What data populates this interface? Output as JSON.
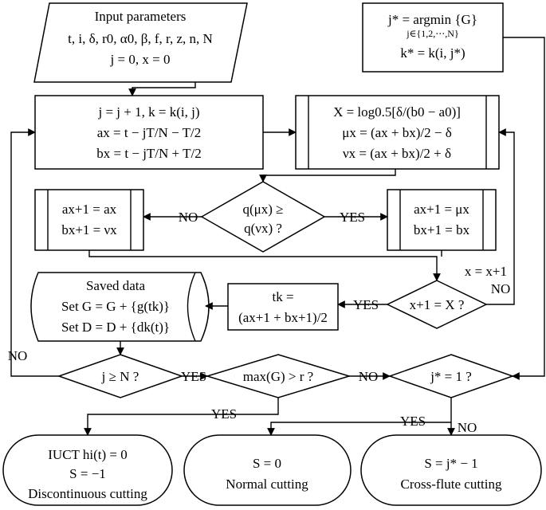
{
  "input": {
    "title": "Input parameters",
    "params": "t, i, δ, r0, α0, β, f, r, z, n, N",
    "init": "j = 0, x = 0"
  },
  "argmin": {
    "line1": "j* = argmin {G}",
    "subscript": "j∈{1,2,⋯,N}",
    "line2": "k* = k(i, j*)"
  },
  "update": {
    "line1": "j = j + 1, k = k(i, j)",
    "line2": "ax = t − jT/N − T/2",
    "line3": "bx = t − jT/N + T/2"
  },
  "compute": {
    "line1": "X = log0.5[δ/(b0 − a0)]",
    "line2": "μx = (ax + bx)/2 − δ",
    "line3": "νx = (ax + bx)/2 + δ"
  },
  "compare": {
    "line1": "q(μx) ≥",
    "line2": "q(νx) ?"
  },
  "left_update": {
    "line1": "ax+1 = ax",
    "line2": "bx+1 = νx"
  },
  "right_update": {
    "line1": "ax+1 = μx",
    "line2": "bx+1 = bx"
  },
  "x_increment": "x = x+1",
  "x_check": "x+1 = X ?",
  "tk": {
    "line1": "tk =",
    "line2": "(ax+1 + bx+1)/2"
  },
  "saved": {
    "title": "Saved data",
    "line1": "Set G = G + {g(tk)}",
    "line2": "Set D = D + {dk(t)}"
  },
  "j_check": "j ≥ N ?",
  "max_check": "max(G) > r ?",
  "jstar_check": "j* = 1 ?",
  "labels": {
    "yes": "YES",
    "no": "NO"
  },
  "terminals": {
    "discontinuous": {
      "line1": "IUCT hi(t) = 0",
      "line2": "S = −1",
      "line3": "Discontinuous cutting"
    },
    "normal": {
      "line1": "S = 0",
      "line2": "Normal cutting"
    },
    "crossflute": {
      "line1": "S = j* − 1",
      "line2": "Cross-flute cutting"
    }
  }
}
